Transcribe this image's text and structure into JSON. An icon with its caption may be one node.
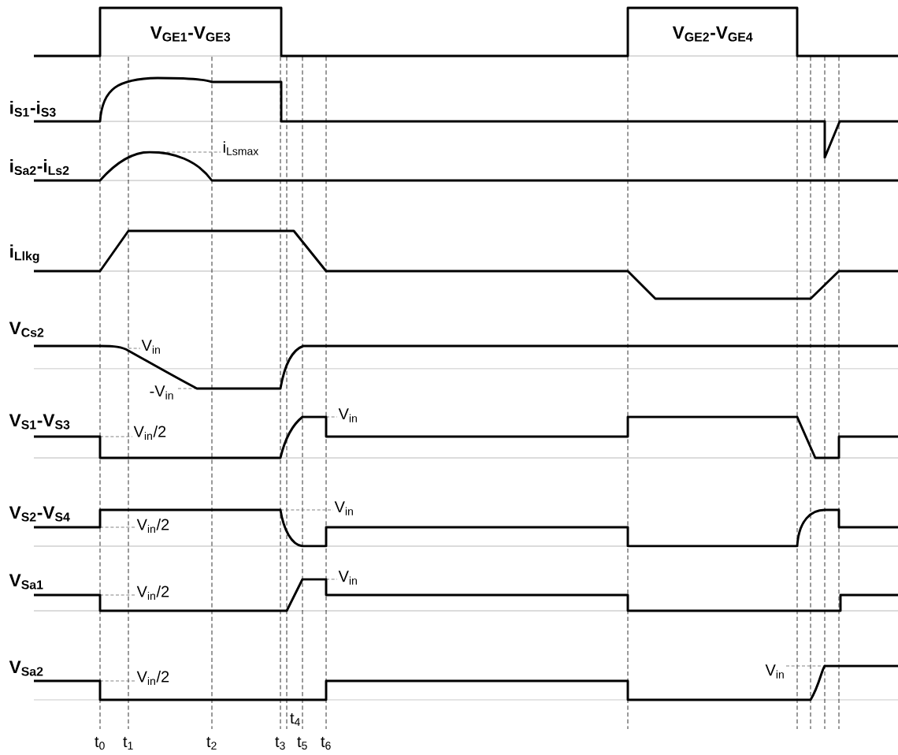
{
  "diagram": {
    "labels": [
      "V$_{GE1}$-V$_{GE3}$",
      "V$_{GE2}$-V$_{GE4}$",
      "i$_{S1}$-i$_{S3}$",
      "i$_{Lsmax}$",
      "i$_{Sa2}$-i$_{Ls2}$",
      "i$_{Llkg}$",
      "V$_{Cs2}$",
      "V$_{in}$",
      "-V$_{in}$",
      "V$_{S1}$-V$_{S3}$",
      "V$_{in}$/2",
      "V$_{in}$",
      "V$_{S2}$-V$_{S4}$",
      "V$_{in}$",
      "V$_{in}$/2",
      "V$_{Sa1}$",
      "V$_{in}$",
      "V$_{in}$/2",
      "V$_{Sa2}$",
      "V$_{in}$/2",
      "V$_{in}$",
      "t$_{0}$",
      "t$_{1}$",
      "t$_{2}$",
      "t$_{3}$",
      "t$_{4}$",
      "t$_{5}$",
      "t$_{6}$"
    ]
  }
}
